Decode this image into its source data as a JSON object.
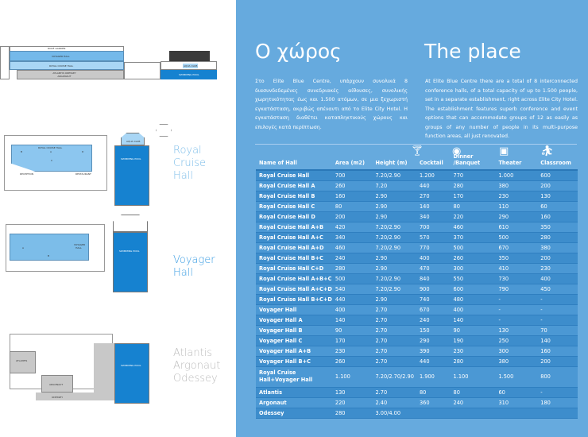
{
  "plans": {
    "section": {
      "roof_garden": "ROOF GARDEN",
      "voyager": "VOYAGER HALL",
      "royal": "ROYAL CRUISE HALL",
      "lower": "ATLANTIS ODESSEY ARGONAUT",
      "aqua": "AQUA CLUB",
      "pool": "SWIMMING POOL"
    },
    "royal_plan": {
      "hall": "ROYAL CRUISE HALL",
      "a": "A",
      "b": "B",
      "c": "C",
      "d": "D",
      "reception": "RECEPTION",
      "restaurant": "RESTAURANT",
      "aqua": "AQUA CLUB",
      "pool": "SWIMMING POOL",
      "title": [
        "Royal",
        "Cruise Hall"
      ]
    },
    "voyager_plan": {
      "hall": "VOYAGER HALL",
      "a": "A",
      "b": "B",
      "pool": "SWIMMING POOL",
      "title": [
        "Voyager",
        "Hall"
      ]
    },
    "lower_plan": {
      "atlantis": "ATLANTIS",
      "argonaut": "ARGONAUT",
      "odessey": "ODESSEY",
      "pool": "SWIMMING POOL",
      "title": [
        "Atlantis",
        "Argonaut",
        "Odessey"
      ]
    }
  },
  "greek": {
    "title": "Ο χώρος",
    "text": "Στο Elite Blue Centre, υπάρχουν συνολικά 8 διασυνδεδεμένες συνεδριακές αίθουσες, συνολικής χωρητικότητας έως και 1.500 ατόμων, σε μια ξεχωριστή εγκατάσταση, ακριβώς απέναντι από το Elite City Hotel. Η εγκατάσταση διαθέτει καταπληκτικούς χώρους και επιλογές κατά περίπτωση."
  },
  "english": {
    "title": "The place",
    "text": "At Elite Blue Centre there are a total of 8 interconnected conference halls, of a total capacity of up to 1.500 people, set in a separate establishment, right across Elite City Hotel. The establishment features superb conference and event options that can accommodate groups of 12 as easily as groups of any number of people in its multi-purpose function areas, all just renovated."
  },
  "table": {
    "headers": [
      "Name of Hall",
      "Area (m2)",
      "Height (m)",
      "Cocktail",
      "Dinner /Banquet",
      "Theater",
      "Classroom"
    ],
    "icons": [
      "cocktail-icon",
      "dinner-plate-icon",
      "theater-icon",
      "classroom-icon"
    ],
    "rows": [
      [
        "Royal Cruise Hall",
        "700",
        "7.20/2.90",
        "1.200",
        "770",
        "1.000",
        "600"
      ],
      [
        "Royal Cruise Hall A",
        "260",
        "7.20",
        "440",
        "280",
        "380",
        "200"
      ],
      [
        "Royal Cruise Hall B",
        "160",
        "2.90",
        "270",
        "170",
        "230",
        "130"
      ],
      [
        "Royal Cruise Hall C",
        "80",
        "2.90",
        "140",
        "80",
        "110",
        "60"
      ],
      [
        "Royal Cruise Hall D",
        "200",
        "2.90",
        "340",
        "220",
        "290",
        "160"
      ],
      [
        "Royal Cruise Hall A+B",
        "420",
        "7.20/2.90",
        "700",
        "460",
        "610",
        "350"
      ],
      [
        "Royal Cruise Hall A+C",
        "340",
        "7.20/2.90",
        "570",
        "370",
        "500",
        "280"
      ],
      [
        "Royal Cruise Hall A+D",
        "460",
        "7.20/2.90",
        "770",
        "500",
        "670",
        "380"
      ],
      [
        "Royal Cruise Hall B+C",
        "240",
        "2.90",
        "400",
        "260",
        "350",
        "200"
      ],
      [
        "Royal Cruise Hall C+D",
        "280",
        "2.90",
        "470",
        "300",
        "410",
        "230"
      ],
      [
        "Royal Cruise Hall A+B+C",
        "500",
        "7.20/2.90",
        "840",
        "550",
        "730",
        "400"
      ],
      [
        "Royal Cruise Hall A+C+D",
        "540",
        "7.20/2.90",
        "900",
        "600",
        "790",
        "450"
      ],
      [
        "Royal Cruise Hall B+C+D",
        "440",
        "2.90",
        "740",
        "480",
        "-",
        "-"
      ],
      [
        "Voyager Hall",
        "400",
        "2.70",
        "670",
        "400",
        "-",
        "-"
      ],
      [
        "Voyager Hall A",
        "140",
        "2.70",
        "240",
        "140",
        "-",
        "-"
      ],
      [
        "Voyager Hall B",
        "90",
        "2.70",
        "150",
        "90",
        "130",
        "70"
      ],
      [
        "Voyager Hall C",
        "170",
        "2.70",
        "290",
        "190",
        "250",
        "140"
      ],
      [
        "Voyager Hall A+B",
        "230",
        "2.70",
        "390",
        "230",
        "300",
        "160"
      ],
      [
        "Voyager Hall B+C",
        "260",
        "2.70",
        "440",
        "280",
        "380",
        "200"
      ],
      [
        "Royal Cruise Hall+Voyager Hall",
        "1.100",
        "7.20/2.70/2.90",
        "1.900",
        "1.100",
        "1.500",
        "800"
      ],
      [
        "Atlantis",
        "130",
        "2.70",
        "80",
        "80",
        "60",
        "-"
      ],
      [
        "Argonaut",
        "220",
        "2.40",
        "360",
        "240",
        "310",
        "180"
      ],
      [
        "Odessey",
        "280",
        "3.00/4.00",
        "",
        "",
        "",
        ""
      ]
    ]
  }
}
